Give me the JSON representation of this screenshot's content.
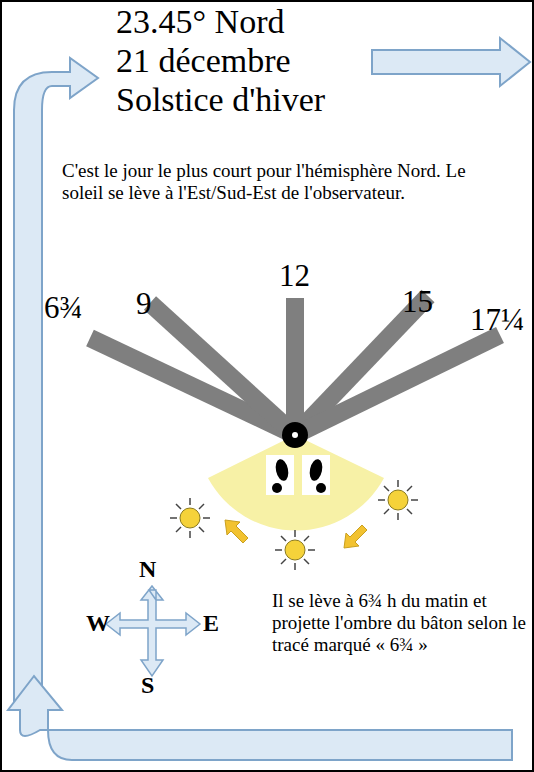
{
  "diagram": {
    "title": "Solstice d'hiver",
    "labels": [
      "23.45° Nord",
      "21 décembre",
      "C'est le jour le plus court pour l'hémisphère Nord. Le soleil se lève à l'Est/Sud-Est de l'observateur.",
      "6¾",
      "9",
      "12",
      "15",
      "17¼",
      "N",
      "W",
      "E",
      "S",
      "Il se lève à 6¾ h du matin et projette l'ombre du bâton selon le tracé marqué « 6¾ »"
    ]
  }
}
